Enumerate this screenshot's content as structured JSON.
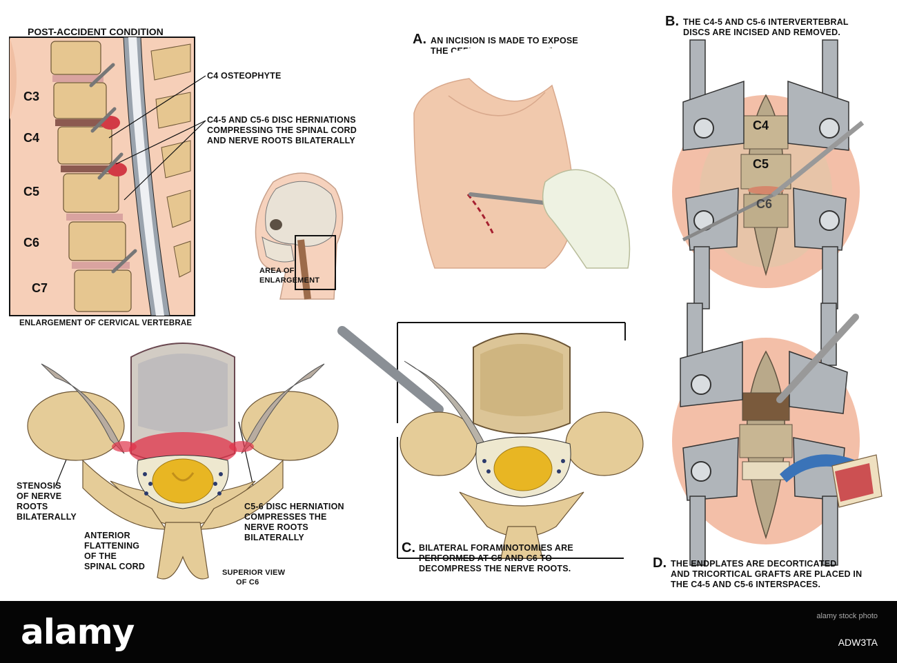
{
  "panels": {
    "post_accident": {
      "title": "POST-ACCIDENT CONDITION",
      "vertebra_labels": [
        "C3",
        "C4",
        "C5",
        "C6",
        "C7"
      ],
      "callout_osteophyte": "C4 OSTEOPHYTE",
      "callout_herniation": [
        "C4-5 AND C5-6 DISC HERNIATIONS",
        "COMPRESSING THE SPINAL CORD",
        "AND NERVE ROOTS BILATERALLY"
      ],
      "enlargement_caption": "ENLARGEMENT OF CERVICAL VERTEBRAE",
      "area_label": [
        "AREA OF",
        "ENLARGEMENT"
      ]
    },
    "a": {
      "letter": "A.",
      "text": [
        "AN INCISION IS MADE TO EXPOSE",
        "THE CERVICAL VERTEBRAE."
      ]
    },
    "b": {
      "letter": "B.",
      "text": [
        "THE C4-5 AND C5-6 INTERVERTEBRAL",
        "DISCS ARE INCISED AND REMOVED."
      ],
      "labels": [
        "C4",
        "C5",
        "C6"
      ]
    },
    "superior": {
      "stenosis": [
        "STENOSIS",
        "OF NERVE",
        "ROOTS",
        "BILATERALLY"
      ],
      "herniation": [
        "C5-6 DISC HERNIATION",
        "COMPRESSES THE",
        "NERVE ROOTS",
        "BILATERALLY"
      ],
      "flattening": [
        "ANTERIOR",
        "FLATTENING",
        "OF THE",
        "SPINAL CORD"
      ],
      "view": [
        "SUPERIOR VIEW",
        "OF C6"
      ]
    },
    "c": {
      "letter": "C.",
      "text": [
        "BILATERAL FORAMINOTOMIES ARE",
        "PERFORMED AT C5 AND C6  TO",
        "DECOMPRESS THE NERVE ROOTS."
      ]
    },
    "d": {
      "letter": "D.",
      "text": [
        "THE ENDPLATES ARE DECORTICATED",
        "AND TRICORTICAL GRAFTS ARE PLACED IN",
        "THE C4-5 AND C5-6 INTERSPACES."
      ]
    }
  },
  "footer": {
    "logo": "alamy",
    "watermark": "alamy stock photo",
    "image_code": "ADW3TA"
  },
  "colors": {
    "skin": "#f3c9b0",
    "bone": "#e4c796",
    "disc": "#c9958a",
    "herniation": "#d23a45",
    "cord": "#e8b623",
    "metal": "#a9aeb4",
    "footer": "#050505"
  }
}
